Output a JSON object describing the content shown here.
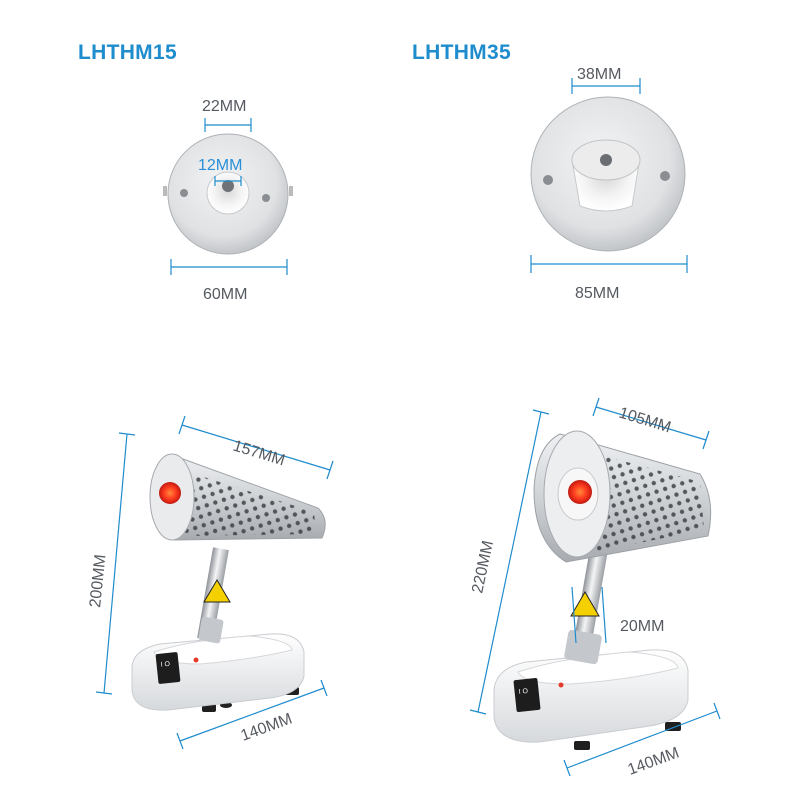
{
  "models": {
    "small": {
      "name": "LHTHM15"
    },
    "large": {
      "name": "LHTHM35"
    }
  },
  "top_small": {
    "inner_diameter": "22MM",
    "core_diameter": "12MM",
    "outer_diameter": "60MM"
  },
  "top_large": {
    "inner_diameter": "38MM",
    "outer_diameter": "85MM"
  },
  "side_small": {
    "length": "157MM",
    "height": "200MM",
    "base": "140MM"
  },
  "side_large": {
    "length": "105MM",
    "height": "220MM",
    "stand": "20MM",
    "base": "140MM"
  },
  "switch_label": "I O",
  "colors": {
    "accent_blue": "#1e8ccd",
    "heater_glow": "#ff3b1f",
    "steel": "#c9ccd0",
    "base_white": "#f4f5f6"
  }
}
